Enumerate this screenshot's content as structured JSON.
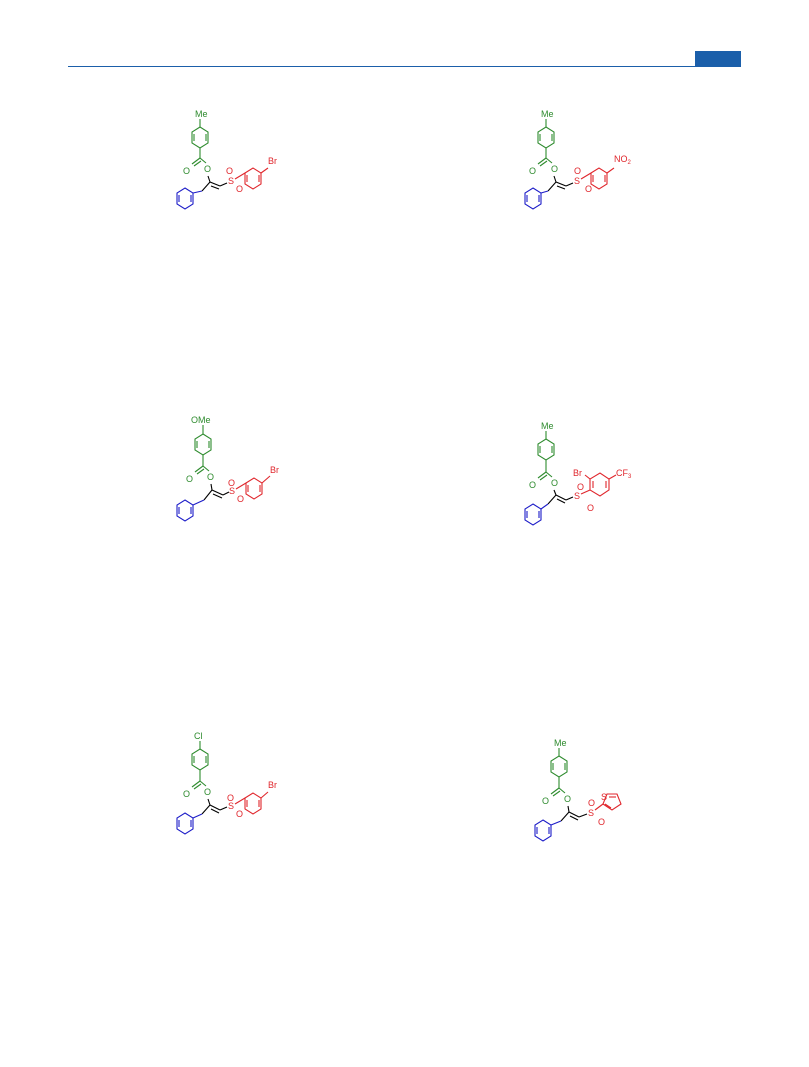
{
  "colors": {
    "accent": "#1b5faa",
    "aroyl": "#2e8b2e",
    "sulfonyl": "#e0262c",
    "phenyl": "#1c1cc8",
    "backbone": "#000000"
  },
  "structures": [
    {
      "top_substituent": "Me",
      "ester_o": "O",
      "carbonyl_o": "O",
      "sulfur": "S",
      "sulfonyl_o1": "O",
      "sulfonyl_o2": "O",
      "aryl_substituent": "Br"
    },
    {
      "top_substituent": "Me",
      "ester_o": "O",
      "carbonyl_o": "O",
      "sulfur": "S",
      "sulfonyl_o1": "O",
      "sulfonyl_o2": "O",
      "aryl_substituent": "NO",
      "aryl_substituent_sub": "2"
    },
    {
      "top_substituent": "OMe",
      "ester_o": "O",
      "carbonyl_o": "O",
      "sulfur": "S",
      "sulfonyl_o1": "O",
      "sulfonyl_o2": "O",
      "aryl_substituent": "Br"
    },
    {
      "top_substituent": "Me",
      "ester_o": "O",
      "carbonyl_o": "O",
      "sulfur": "S",
      "sulfonyl_o1": "O",
      "sulfonyl_o2": "O",
      "ortho_substituent": "Br",
      "aryl_substituent": "CF",
      "aryl_substituent_sub": "3"
    },
    {
      "top_substituent": "Cl",
      "ester_o": "O",
      "carbonyl_o": "O",
      "sulfur": "S",
      "sulfonyl_o1": "O",
      "sulfonyl_o2": "O",
      "aryl_substituent": "Br"
    },
    {
      "top_substituent": "Me",
      "ester_o": "O",
      "carbonyl_o": "O",
      "sulfur": "S",
      "sulfonyl_o1": "O",
      "sulfonyl_o2": "O",
      "thiophene_s": "S"
    }
  ]
}
